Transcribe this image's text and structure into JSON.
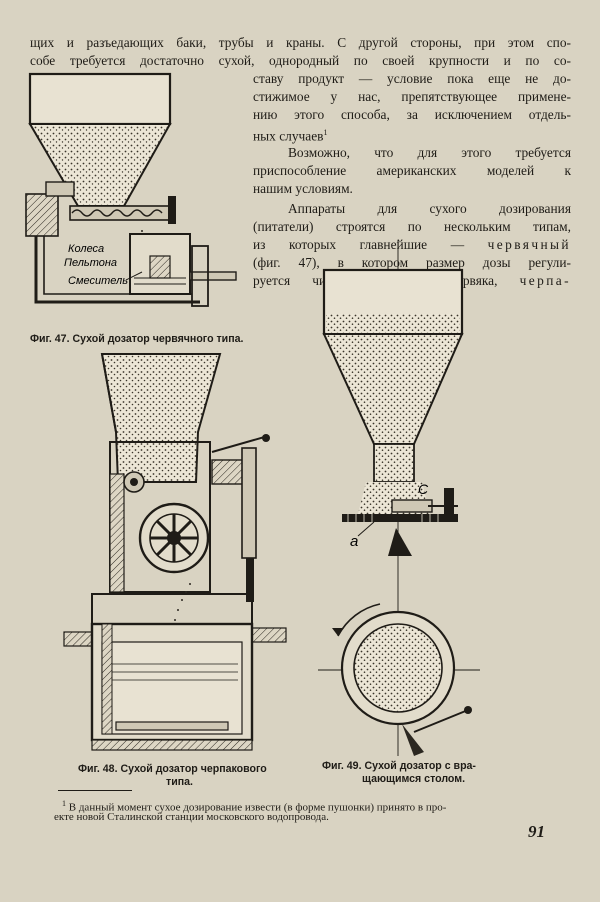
{
  "text_lines": [
    "щих и разъедающих баки, трубы и краны. С другой стороны, при этом спо-",
    "собе требуется достаточно сухой, однородный по своей крупности и по со-",
    "ставу продукт — условие пока еще не до-",
    "стижимое у нас, препятствующее примене-",
    "нию этого способа, за исключением отдель-",
    "ных случаев",
    "Возможно, что для этого требуется",
    "приспособление американских моделей к",
    "нашим условиям.",
    "Аппараты для сухого дозирования",
    "(питатели) строятся по нескольким типам,",
    "из которых главнейшие —",
    "(фиг. 47), в котором размер дозы регули-",
    "руется числом оборотов червяка,"
  ],
  "emphasis": {
    "chervyachny": "червячный",
    "cherpa": "черпа-"
  },
  "footnote_ref": "1",
  "fig47": {
    "labels": {
      "wheel": "Колеса",
      "pelton": "Пельтона",
      "mixer": "Смеситель"
    },
    "caption": {
      "num": "Фиг. 47.",
      "text": "Сухой дозатор червячного типа."
    }
  },
  "fig48": {
    "caption_line1": {
      "num": "Фиг. 48.",
      "text": "Сухой дозатор черпакового"
    },
    "caption_line2": "типа."
  },
  "fig49": {
    "labels": {
      "c": "C",
      "a": "a"
    },
    "caption_line1": {
      "num": "Фиг. 49.",
      "text": "Сухой дозатор с вра-"
    },
    "caption_line2": "щающимся столом."
  },
  "footnote": {
    "mark": "1",
    "line1": "В данный момент сухое дозирование извести (в форме пушонки) принято в про-",
    "line2": "екте новой Сталинской станции московского водопровода."
  },
  "page_number": "91"
}
